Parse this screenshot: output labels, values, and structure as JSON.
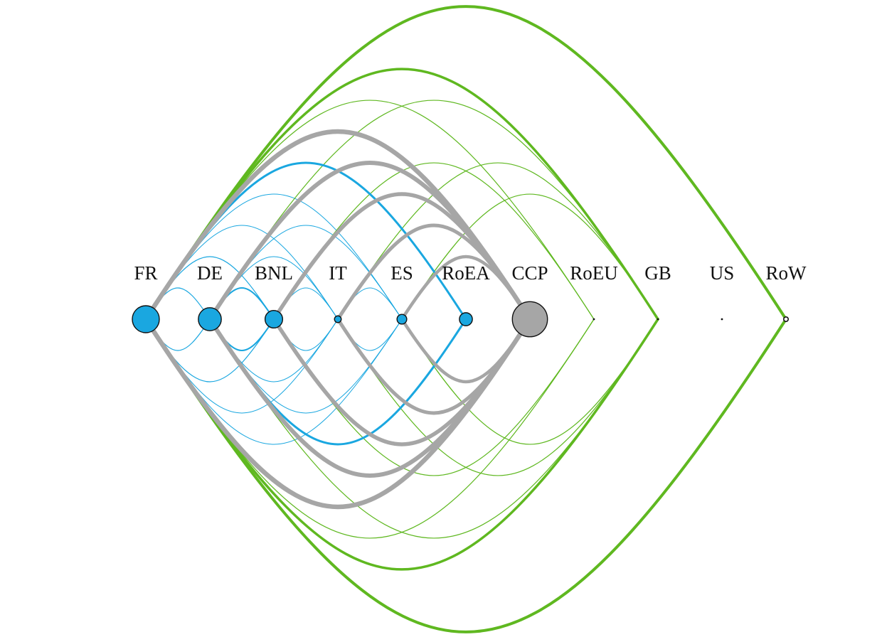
{
  "nodes": [
    {
      "id": "FR",
      "label": "FR",
      "size": 1.0,
      "group": "blue"
    },
    {
      "id": "DE",
      "label": "DE",
      "size": 0.85,
      "group": "blue"
    },
    {
      "id": "BNL",
      "label": "BNL",
      "size": 0.65,
      "group": "blue"
    },
    {
      "id": "IT",
      "label": "IT",
      "size": 0.25,
      "group": "blue"
    },
    {
      "id": "ES",
      "label": "ES",
      "size": 0.36,
      "group": "blue"
    },
    {
      "id": "RoEA",
      "label": "RoEA",
      "size": 0.48,
      "group": "blue"
    },
    {
      "id": "CCP",
      "label": "CCP",
      "size": 1.3,
      "group": "gray"
    },
    {
      "id": "RoEU",
      "label": "RoEU",
      "size": 0.0,
      "group": "dot"
    },
    {
      "id": "GB",
      "label": "GB",
      "size": 0.0,
      "group": "dot"
    },
    {
      "id": "US",
      "label": "US",
      "size": 0.0,
      "group": "dot"
    },
    {
      "id": "RoW",
      "label": "RoW",
      "size": 0.12,
      "group": "ring"
    }
  ],
  "edges": [
    {
      "from": "FR",
      "to": "DE",
      "weight": 1.2,
      "color": "blue",
      "side": "both"
    },
    {
      "from": "FR",
      "to": "BNL",
      "weight": 1.2,
      "color": "blue",
      "side": "both"
    },
    {
      "from": "FR",
      "to": "IT",
      "weight": 1.0,
      "color": "blue",
      "side": "both"
    },
    {
      "from": "FR",
      "to": "ES",
      "weight": 1.0,
      "color": "blue",
      "side": "both"
    },
    {
      "from": "FR",
      "to": "RoEA",
      "weight": 3.0,
      "color": "blue",
      "side": "top"
    },
    {
      "from": "FR",
      "to": "CCP",
      "weight": 6.5,
      "color": "gray",
      "side": "both"
    },
    {
      "from": "FR",
      "to": "RoEU",
      "weight": 1.2,
      "color": "green",
      "side": "both"
    },
    {
      "from": "FR",
      "to": "GB",
      "weight": 3.5,
      "color": "green",
      "side": "both"
    },
    {
      "from": "FR",
      "to": "RoW",
      "weight": 4.0,
      "color": "green",
      "side": "both"
    },
    {
      "from": "DE",
      "to": "BNL",
      "weight": 2.0,
      "color": "blue",
      "side": "both"
    },
    {
      "from": "DE",
      "to": "IT",
      "weight": 1.0,
      "color": "blue",
      "side": "both"
    },
    {
      "from": "DE",
      "to": "ES",
      "weight": 1.0,
      "color": "blue",
      "side": "both"
    },
    {
      "from": "DE",
      "to": "RoEA",
      "weight": 3.0,
      "color": "blue",
      "side": "bottom"
    },
    {
      "from": "DE",
      "to": "CCP",
      "weight": 6.0,
      "color": "gray",
      "side": "both"
    },
    {
      "from": "DE",
      "to": "GB",
      "weight": 1.2,
      "color": "green",
      "side": "both"
    },
    {
      "from": "BNL",
      "to": "IT",
      "weight": 1.0,
      "color": "blue",
      "side": "both"
    },
    {
      "from": "BNL",
      "to": "CCP",
      "weight": 5.5,
      "color": "gray",
      "side": "both"
    },
    {
      "from": "BNL",
      "to": "RoEU",
      "weight": 1.2,
      "color": "green",
      "side": "both"
    },
    {
      "from": "IT",
      "to": "ES",
      "weight": 1.0,
      "color": "blue",
      "side": "both"
    },
    {
      "from": "IT",
      "to": "CCP",
      "weight": 5.0,
      "color": "gray",
      "side": "both"
    },
    {
      "from": "IT",
      "to": "GB",
      "weight": 1.2,
      "color": "green",
      "side": "both"
    },
    {
      "from": "ES",
      "to": "CCP",
      "weight": 4.5,
      "color": "gray",
      "side": "both"
    },
    {
      "from": "ES",
      "to": "GB",
      "weight": 1.2,
      "color": "green",
      "side": "both"
    }
  ],
  "colors": {
    "blue": "#1aa7e0",
    "gray": "#a6a6a6",
    "green": "#5fb820",
    "node_stroke": "#111111",
    "label": "#111111"
  }
}
